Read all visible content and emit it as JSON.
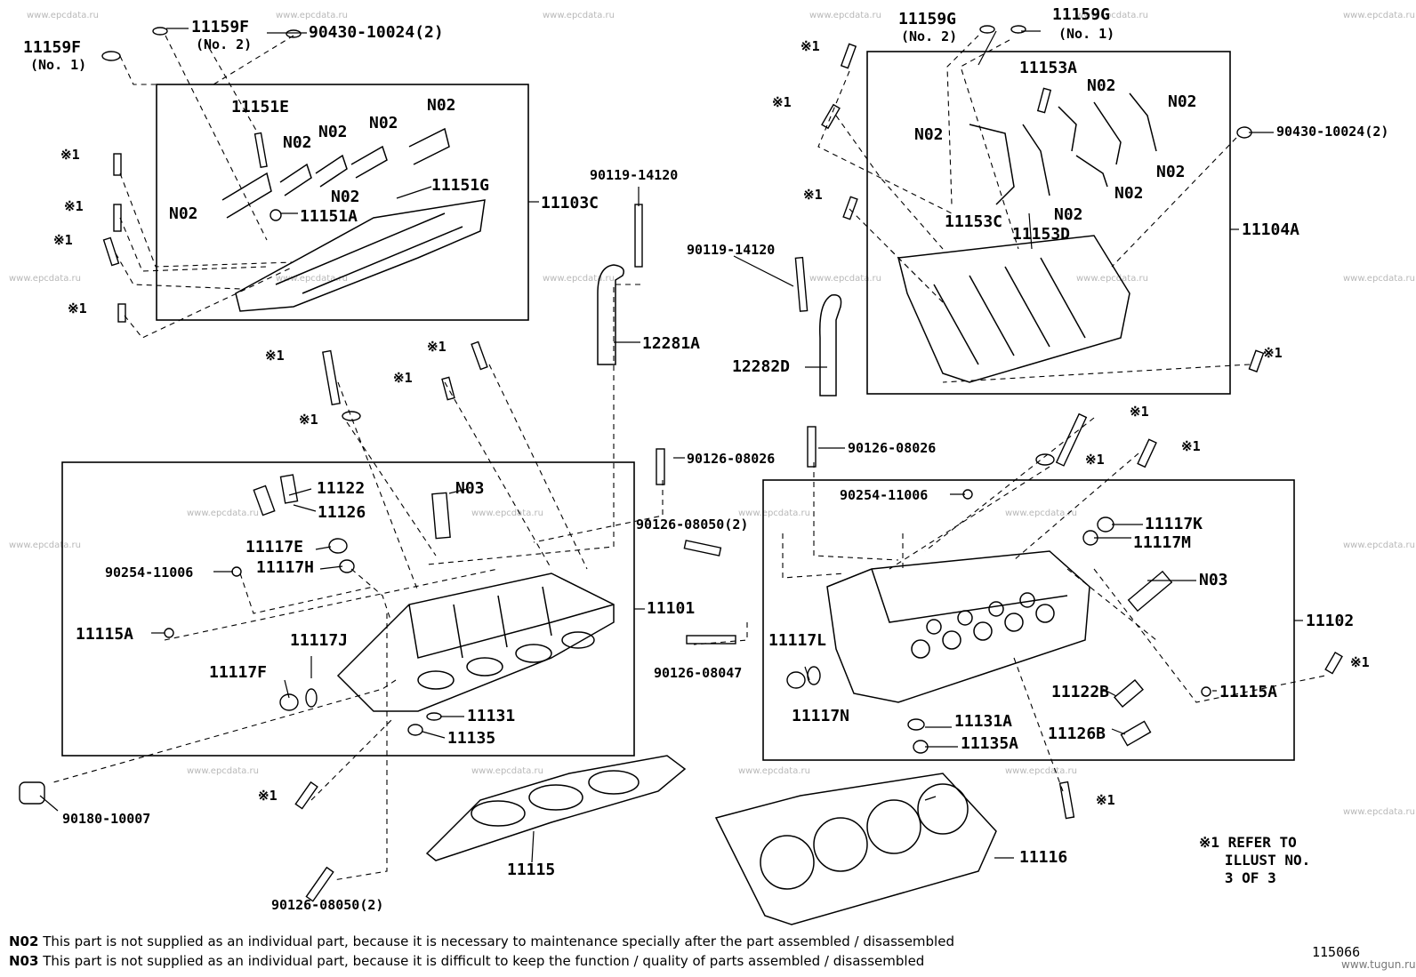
{
  "watermark": "www.epcdata.ru",
  "site": "www.tugun.ru",
  "diagram_code": "115066",
  "ref_note": "※1 REFER TO\n   ILLUST NO.\n   3 OF 3",
  "notes": [
    {
      "code": "N02",
      "text": "This part is not supplied as an individual part, because it is necessary to maintenance specially after the part assembled / disassembled"
    },
    {
      "code": "N03",
      "text": "This part is not supplied as an individual part, because it is difficult to keep the function / quality of parts  assembled / disassembled"
    }
  ],
  "labels": {
    "p11159F": "11159F",
    "p11159F_no1": "(No. 1)",
    "p11159F2": "11159F",
    "p11159F2_no2": "(No. 2)",
    "p90430_left": "90430-10024(2)",
    "p11151E": "11151E",
    "p11151G": "11151G",
    "p11151A": "11151A",
    "p11103C": "11103C",
    "n02_a": "N02",
    "n02_b": "N02",
    "n02_c": "N02",
    "n02_d": "N02",
    "n02_e": "N02",
    "n02_f": "N02",
    "ref1": "※1",
    "p90119_a": "90119-14120",
    "p12281A": "12281A",
    "p11122": "11122",
    "p11126": "11126",
    "n03_a": "N03",
    "p11117E": "11117E",
    "p11117H": "11117H",
    "p90254_left": "90254-11006",
    "p11115A_left": "11115A",
    "p11117J": "11117J",
    "p11117F": "11117F",
    "p11101": "11101",
    "p11131": "11131",
    "p11135": "11135",
    "p90180": "90180-10007",
    "p90126_08050_b": "90126-08050(2)",
    "p11115": "11115",
    "p90126_08026_a": "90126-08026",
    "p90126_08050_a": "90126-08050(2)",
    "p90126_08047": "90126-08047",
    "p11159G_2": "11159G",
    "p11159G_2_no": "(No. 2)",
    "p11159G_1": "11159G",
    "p11159G_1_no": "(No. 1)",
    "p11153A": "11153A",
    "p90430_right": "90430-10024(2)",
    "p11153C": "11153C",
    "p11153D": "11153D",
    "p11104A": "11104A",
    "p90119_b": "90119-14120",
    "p12282D": "12282D",
    "p90126_08026_b": "90126-08026",
    "p90254_right": "90254-11006",
    "p11117K": "11117K",
    "p11117M": "11117M",
    "n03_b": "N03",
    "p11102": "11102",
    "p11117L": "11117L",
    "p11117N": "11117N",
    "p11131A": "11131A",
    "p11135A": "11135A",
    "p11122B": "11122B",
    "p11126B": "11126B",
    "p11115A_right": "11115A",
    "p11116": "11116"
  }
}
